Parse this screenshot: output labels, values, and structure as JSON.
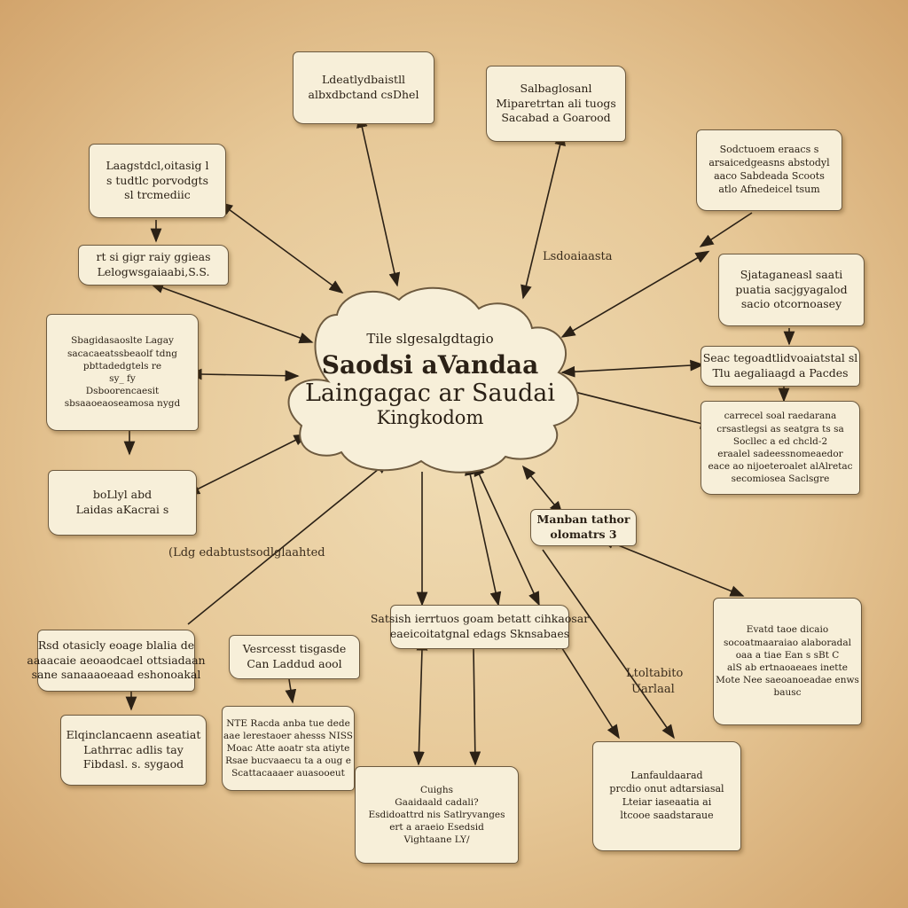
{
  "center": {
    "subtitle": "Tile slgesalgdtagio",
    "title_line1": "Saodsi aVandaa",
    "title_line2": "Laingagac ar Saudai",
    "title_line3": "Kingkodom"
  },
  "nodes": [
    {
      "id": "n-top-left",
      "lines": [
        "Ldeatlydbaistll",
        "albxdbctand csDhel"
      ]
    },
    {
      "id": "n-top-mid",
      "lines": [
        "Salbaglosanl",
        "Miparetrtan ali tuogs",
        "Sacabad a Goarood"
      ]
    },
    {
      "id": "n-top-right",
      "lines": [
        "Sodctuoem eraacs s",
        "arsaicedgeasns abstodyl",
        "aaco Sabdeada Scoots",
        "atlo Afnedeicel tsum"
      ]
    },
    {
      "id": "n-left-1",
      "lines": [
        "Laagstdcl,oitasig l",
        "s tudtlc porvodgts",
        "sl trcmediic"
      ]
    },
    {
      "id": "n-left-2",
      "lines": [
        "rt si gigr raiy ggieas",
        "Lelogwsgaiaabi,S.S."
      ]
    },
    {
      "id": "n-left-3",
      "lines": [
        "Sbagidasaoslte Lagay",
        "sacacaeatssbeaolf tdng",
        "pbttadedgtels re",
        "sy_ fy",
        "Dsboorencaesit",
        "sbsaaoeaoseamosa nygd"
      ]
    },
    {
      "id": "n-left-4",
      "lines": [
        "boLlyl abd",
        "Laidas aKacrai s"
      ]
    },
    {
      "id": "n-right-1",
      "lines": [
        "Sjataganeasl saati",
        "puatia sacjgyagalod",
        "sacio otcornoasey"
      ]
    },
    {
      "id": "n-right-2",
      "lines": [
        "Seac tegoadtlidvoaiatstal sl",
        "Tlu aegaliaagd a Pacdes"
      ]
    },
    {
      "id": "n-right-3",
      "lines": [
        "carrecel soal raedarana",
        "crsastlegsi as seatgra ts sa",
        "Socllec a ed chcld-2",
        "eraalel sadeessnomeaedor",
        "eace ao nijoeteroalet alAlretac",
        "secomiosea Saclsgre"
      ]
    },
    {
      "id": "n-mid-label",
      "lines": [
        "Manban tathor",
        "olomatrs 3"
      ],
      "bold": true
    },
    {
      "id": "n-bottom-center",
      "lines": [
        "Satsish ierrtuos goam betatt cihkaosar",
        "eaeicoitatgnal edags Sknsabaes"
      ]
    },
    {
      "id": "n-bottom-left-1",
      "lines": [
        "Rsd otasicly eoage blalia de",
        "aaaacaie aeoaodcael ottsiadaan",
        "sane sanaaaoeaad eshonoakal"
      ]
    },
    {
      "id": "n-bottom-left-2",
      "lines": [
        "Vesrcesst tisgasde",
        "Can Laddud aool"
      ]
    },
    {
      "id": "n-bottom-left-3",
      "lines": [
        "Elqinclancaenn aseatiat",
        "Lathrrac adlis tay",
        "Fibdasl. s. sygaod"
      ]
    },
    {
      "id": "n-bottom-left-4",
      "lines": [
        "NTE Racda anba tue dede",
        "aae lerestaoer ahesss NISS",
        "Moac Atte aoatr sta atiyte",
        "Rsae bucvaaecu ta a oug e",
        "Scattacaaaer auasooeut"
      ]
    },
    {
      "id": "n-bottom-mid",
      "lines": [
        "Cuighs",
        "Gaaidaald cadali?",
        "Esdidoattrd nis Satlryvanges",
        "ert a araeio Esedsid",
        "Vightaane LY/"
      ]
    },
    {
      "id": "n-bottom-right-1",
      "lines": [
        "Evatd  taoe dicaio",
        "socoatmaaraiao alaboradal",
        "oaa a tiae Ean s sBt C",
        "alS ab ertnaoaeaes inette",
        "Mote Nee saeoanoeadae enws",
        "bausc"
      ]
    },
    {
      "id": "n-bottom-right-2",
      "lines": [
        "Lanfauldaarad",
        "prcdio onut adtarsiasal",
        "Lteiar iaseaatia ai",
        "ltcooe saadstaraue"
      ]
    }
  ],
  "floating_labels": [
    {
      "id": "fl-right-upper",
      "text": "Lsdoaiaasta"
    },
    {
      "id": "fl-left-lower",
      "text": "(Ldg edabtustsodlglaahted"
    },
    {
      "id": "fl-bottom-right",
      "text": "Ltoltabito"
    },
    {
      "id": "fl-bottom-right-b",
      "text": "Uarlaal"
    }
  ]
}
